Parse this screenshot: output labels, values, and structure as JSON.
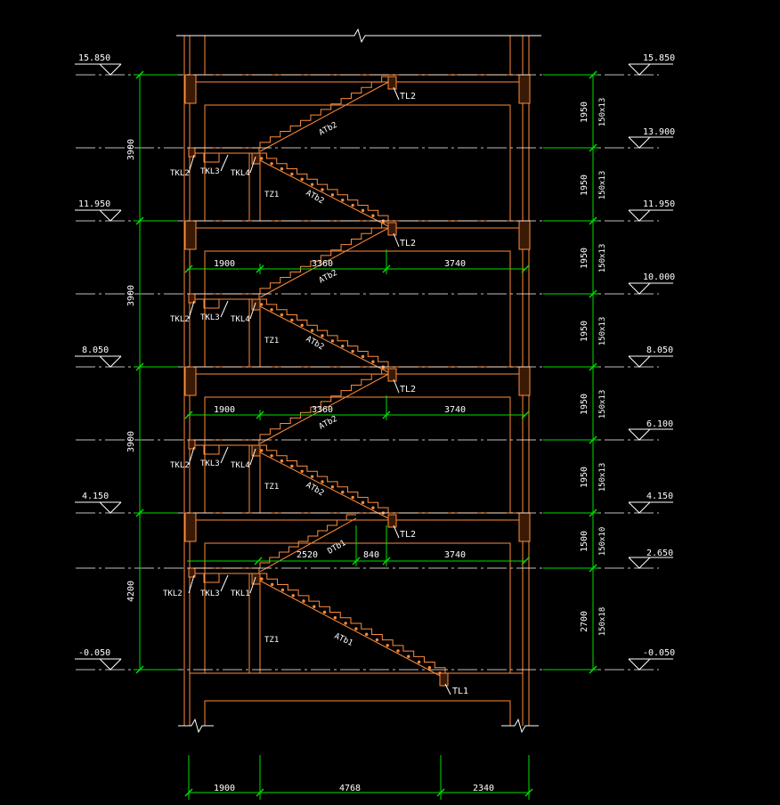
{
  "colors": {
    "background": "#000000",
    "structure": "#ff8c3a",
    "dimension": "#00e000",
    "text": "#ffffff",
    "centerline": "#ffffff"
  },
  "levels": [
    {
      "label": "15.850",
      "side": "both"
    },
    {
      "label": "13.900",
      "side": "right"
    },
    {
      "label": "11.950",
      "side": "both"
    },
    {
      "label": "10.000",
      "side": "right"
    },
    {
      "label": "8.050",
      "side": "both"
    },
    {
      "label": "6.100",
      "side": "right"
    },
    {
      "label": "4.150",
      "side": "both"
    },
    {
      "label": "2.650",
      "side": "right"
    },
    {
      "label": "-0.050",
      "side": "both"
    }
  ],
  "left_dims": [
    "3900",
    "3900",
    "3900",
    "4200"
  ],
  "right_dims": [
    {
      "height": "1950",
      "steps": "150x13"
    },
    {
      "height": "1950",
      "steps": "150x13"
    },
    {
      "height": "1950",
      "steps": "150x13"
    },
    {
      "height": "1950",
      "steps": "150x13"
    },
    {
      "height": "1950",
      "steps": "150x13"
    },
    {
      "height": "1950",
      "steps": "150x13"
    },
    {
      "height": "1500",
      "steps": "150x10"
    },
    {
      "height": "2700",
      "steps": "150x18"
    }
  ],
  "bottom_dims": [
    "1900",
    "4768",
    "2340"
  ],
  "inner_dims": [
    [
      "1900",
      "3360",
      "3740"
    ],
    [
      "1900",
      "3360",
      "3740"
    ],
    [
      "2520",
      "840",
      "3740"
    ]
  ],
  "labels": {
    "tl2": "TL2",
    "tl1": "TL1",
    "tkl2": "TKL2",
    "tkl3": "TKL3",
    "tkl4": "TKL4",
    "tkl1": "TKL1",
    "tz1": "TZ1",
    "atb2": "ATb2",
    "atb1": "ATb1",
    "dtb1": "DTb1"
  }
}
